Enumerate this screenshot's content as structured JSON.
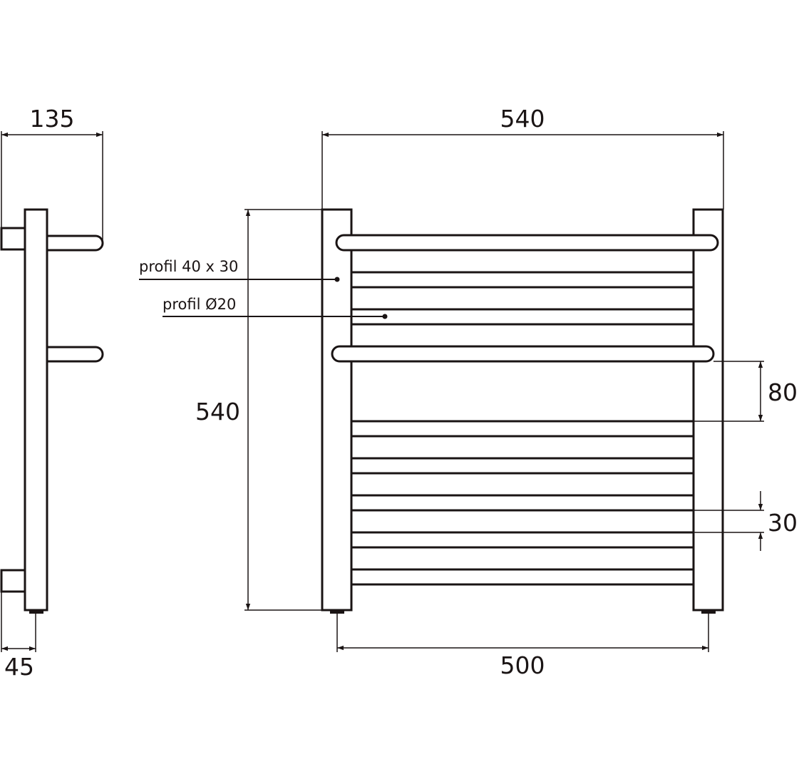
{
  "dimensions": {
    "side_depth": "135",
    "wall_offset": "45",
    "overall_width": "540",
    "overall_height": "540",
    "pipe_spacing": "500",
    "gap_80": "80",
    "gap_30": "30"
  },
  "labels": {
    "profile_frame": "profil 40 x 30",
    "profile_tube": "profil Ø20"
  },
  "colors": {
    "line": "#1a1414",
    "background": "#ffffff"
  }
}
